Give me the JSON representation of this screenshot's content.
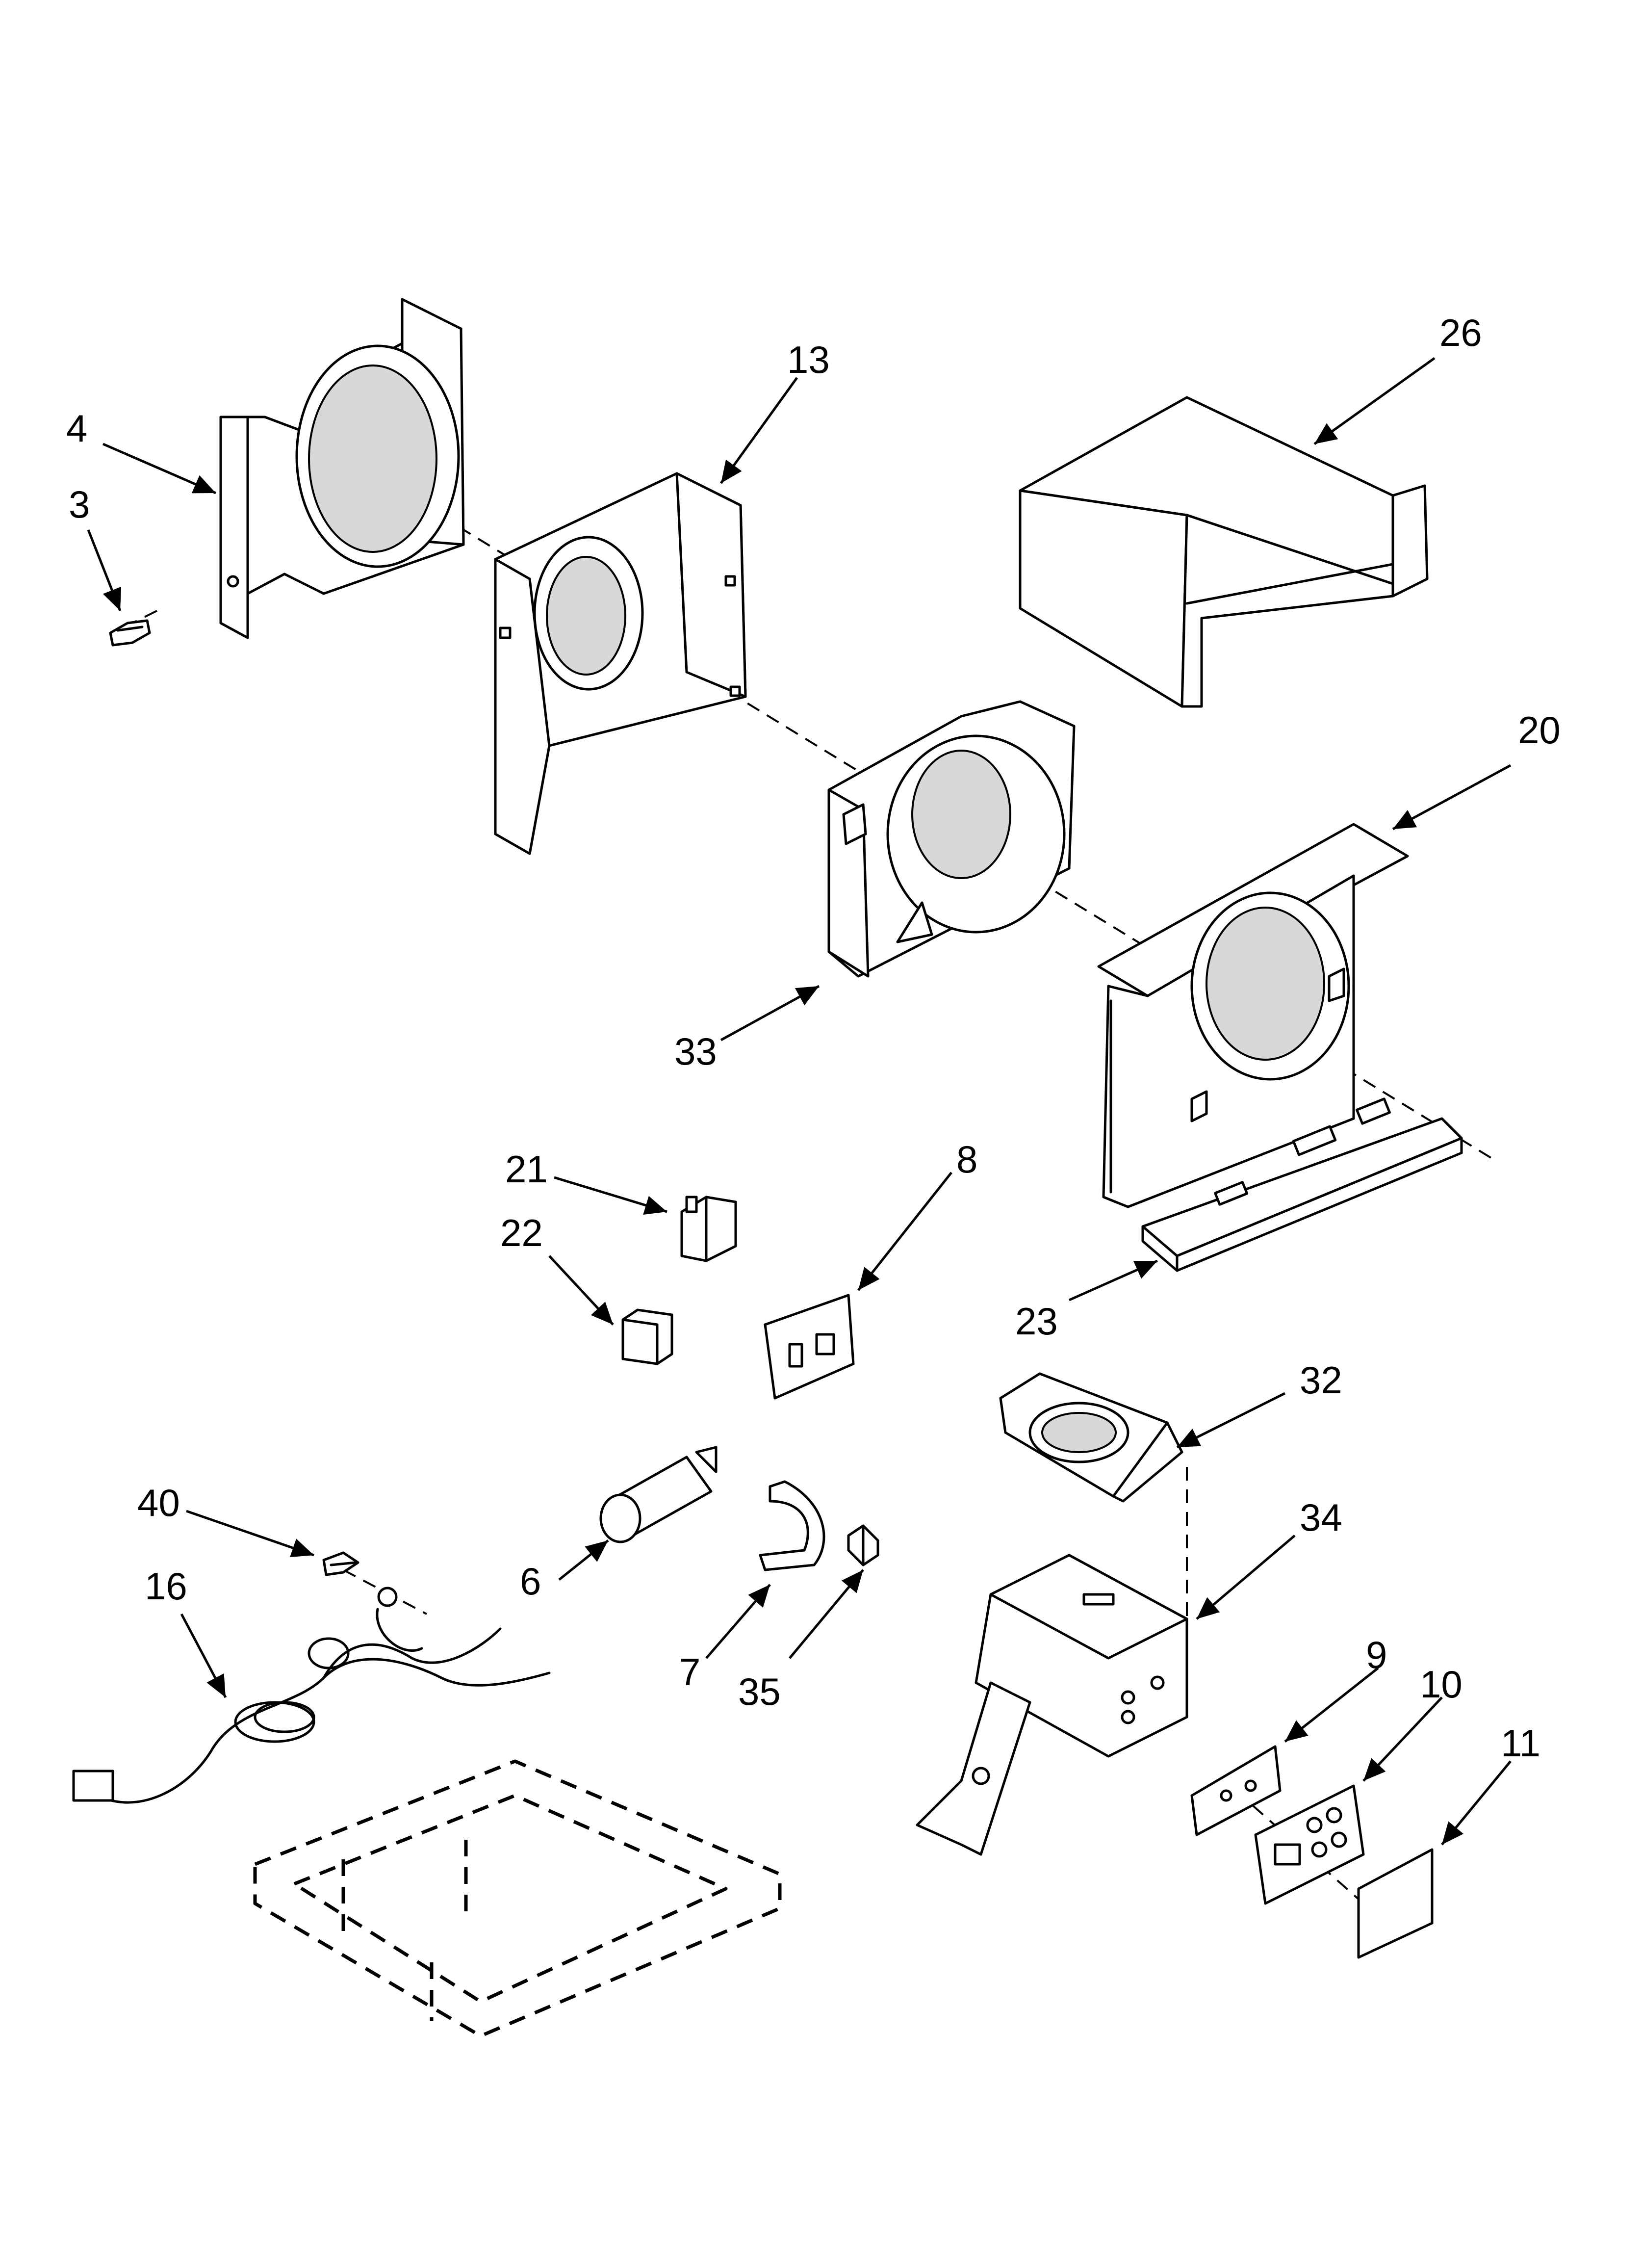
{
  "diagram": {
    "callouts": [
      {
        "id": "4",
        "label": "4"
      },
      {
        "id": "3",
        "label": "3"
      },
      {
        "id": "13",
        "label": "13"
      },
      {
        "id": "26",
        "label": "26"
      },
      {
        "id": "20",
        "label": "20"
      },
      {
        "id": "33",
        "label": "33"
      },
      {
        "id": "21",
        "label": "21"
      },
      {
        "id": "22",
        "label": "22"
      },
      {
        "id": "8",
        "label": "8"
      },
      {
        "id": "23",
        "label": "23"
      },
      {
        "id": "32",
        "label": "32"
      },
      {
        "id": "40",
        "label": "40"
      },
      {
        "id": "16",
        "label": "16"
      },
      {
        "id": "6",
        "label": "6"
      },
      {
        "id": "7",
        "label": "7"
      },
      {
        "id": "35",
        "label": "35"
      },
      {
        "id": "34",
        "label": "34"
      },
      {
        "id": "9",
        "label": "9"
      },
      {
        "id": "10",
        "label": "10"
      },
      {
        "id": "11",
        "label": "11"
      }
    ]
  }
}
